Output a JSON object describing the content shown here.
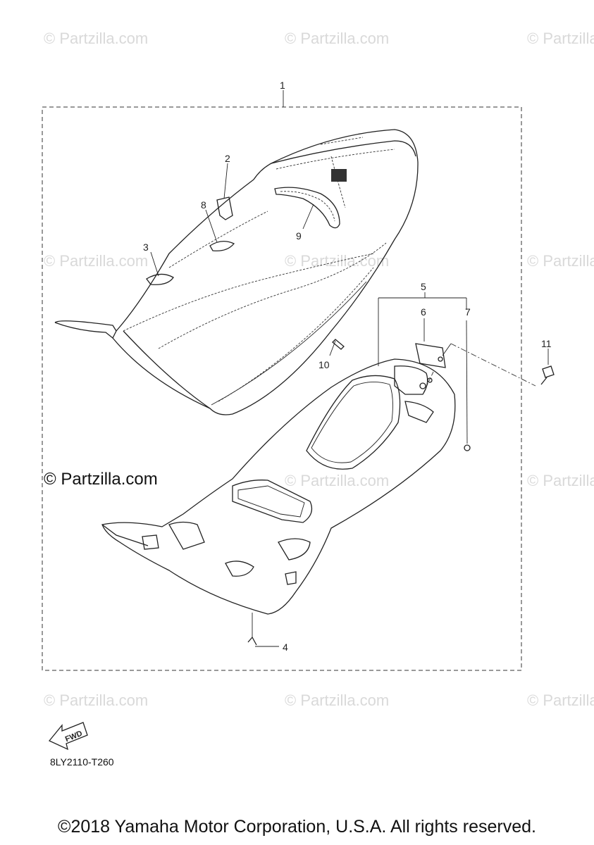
{
  "watermark": "© Partzilla.com",
  "callouts": [
    "1",
    "2",
    "3",
    "4",
    "5",
    "6",
    "7",
    "8",
    "9",
    "10",
    "11"
  ],
  "icons": {
    "forward": "fwd-arrow-icon"
  },
  "forward_label": "FWD",
  "diagram_code": "8LY2110-T260",
  "copyright": "©2018 Yamaha Motor Corporation, U.S.A. All rights reserved.",
  "colors": {
    "line": "#222222",
    "watermark": "#d9d9d9"
  }
}
